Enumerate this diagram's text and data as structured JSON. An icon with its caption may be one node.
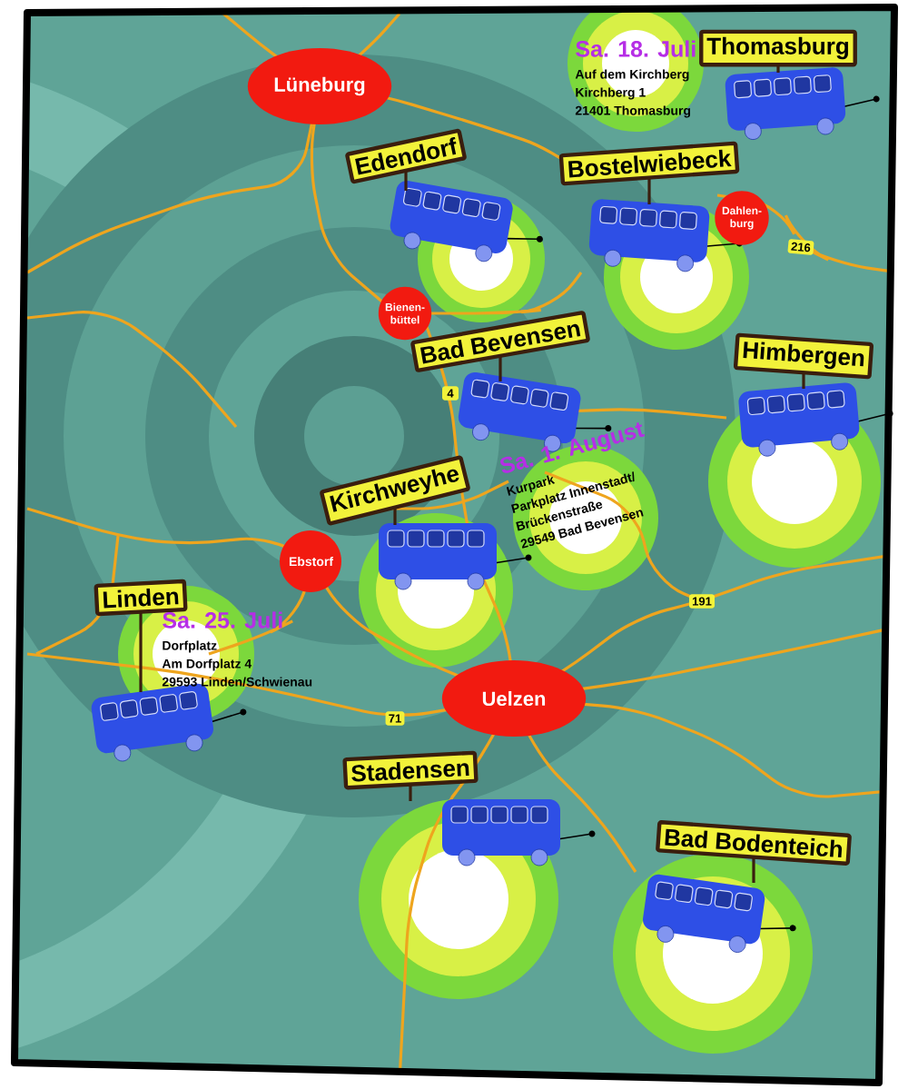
{
  "diagram": {
    "nodes": [
      {
        "text": [
          "Lüneburg"
        ]
      },
      {
        "text": [
          "Thomasburg"
        ],
        "beside": [
          "Sa. 18. Juli",
          "Auf dem Kirchberg",
          "Kirchberg 1",
          "21401 Thomasburg"
        ]
      },
      {
        "text": [
          "Edendorf"
        ]
      },
      {
        "text": [
          "Bostelwiebeck"
        ]
      },
      {
        "text": [
          "Dahlen-burg"
        ]
      },
      {
        "text": [
          "216"
        ]
      },
      {
        "text": [
          "Bienen-büttel"
        ]
      },
      {
        "text": [
          "Bad Bevensen"
        ],
        "beside": [
          "Sa. 1. August",
          "Kurpark",
          "Parkplatz Innenstadt/",
          "Brückenstraße",
          "29549 Bad Bevensen"
        ]
      },
      {
        "text": [
          "Himbergen"
        ]
      },
      {
        "text": [
          "4"
        ]
      },
      {
        "text": [
          "Kirchweyhe"
        ]
      },
      {
        "text": [
          "Ebstorf"
        ]
      },
      {
        "text": [
          "Linden"
        ],
        "beside": [
          "Sa. 25. Juli",
          "Dorfplatz",
          "Am Dorfplatz 4",
          "29593 Linden/Schwienau"
        ]
      },
      {
        "text": [
          "191"
        ]
      },
      {
        "text": [
          "Uelzen"
        ]
      },
      {
        "text": [
          "71"
        ]
      },
      {
        "text": [
          "Stadensen"
        ]
      },
      {
        "text": [
          "Bad Bodenteich"
        ]
      }
    ]
  }
}
